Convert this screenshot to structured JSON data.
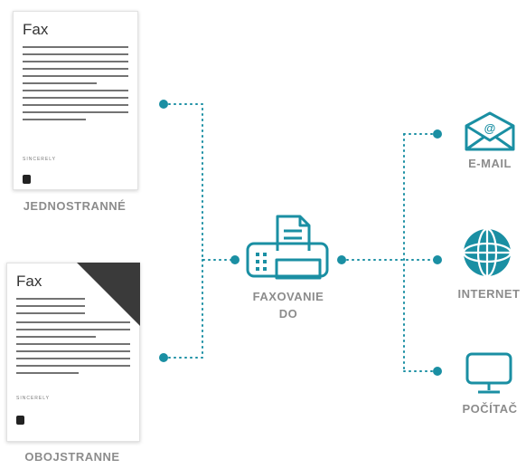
{
  "colors": {
    "accent": "#1a8fa3",
    "label_gray": "#8c8c8c",
    "doc_text": "#333333",
    "fold": "#3a3a3a"
  },
  "documents": {
    "single_sided": {
      "title": "Fax",
      "footer": "SINCERELY",
      "label": "JEDNOSTRANNÉ"
    },
    "double_sided": {
      "title": "Fax",
      "footer": "SINCERELY",
      "label": "OBOJSTRANNE"
    }
  },
  "center": {
    "icon": "fax-machine-icon",
    "label_line1": "FAXOVANIE",
    "label_line2": "DO"
  },
  "destinations": [
    {
      "icon": "email-envelope-icon",
      "label": "E-MAIL"
    },
    {
      "icon": "globe-icon",
      "label": "INTERNET"
    },
    {
      "icon": "monitor-icon",
      "label": "POČÍTAČ"
    }
  ]
}
